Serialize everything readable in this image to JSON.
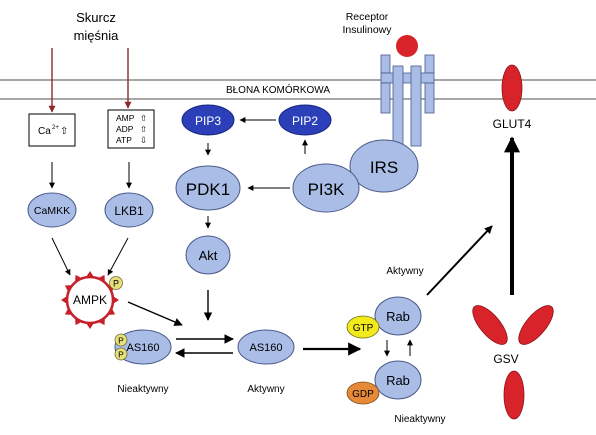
{
  "labels": {
    "muscle_contraction": "Skurcz",
    "muscle_contraction_2": "mięśnia",
    "receptor": "Receptor",
    "receptor_2": "Insulinowy",
    "membrane": "BŁONA KOMÓRKOWA",
    "calcium": "Ca",
    "calcium_charge": "2+",
    "amp": "AMP",
    "adp": "ADP",
    "atp": "ATP",
    "up_arrow": "⇧",
    "down_arrow": "⇩",
    "active_rab": "Aktywny",
    "inactive_as160": "Nieaktywny",
    "active_as160": "Aktywny",
    "inactive_rab": "Nieaktywny"
  },
  "nodes": {
    "pip3": "PIP3",
    "pip2": "PIP2",
    "pdk1": "PDK1",
    "pi3k": "PI3K",
    "irs": "IRS",
    "akt": "Akt",
    "camkk": "CaMKK",
    "lkb1": "LKB1",
    "ampk": "AMPK",
    "as160_inactive": "AS160",
    "as160_active": "AS160",
    "rab_active": "Rab",
    "rab_inactive": "Rab",
    "gtp": "GTP",
    "gdp": "GDP",
    "glut4": "GLUT4",
    "gsv": "GSV",
    "phospho": "P"
  },
  "colors": {
    "membrane_line": "#8a8a8a",
    "node_fill": "#a9bde6",
    "node_stroke": "#4a5a8a",
    "dark_node_fill": "#2b3fb8",
    "receptor_fill": "#a9bde6",
    "red": "#d8232a",
    "brown_arrow": "#8b2a2a",
    "gtp_fill": "#f2ea1a",
    "gdp_fill": "#e68a3a",
    "p_fill": "#e8e07a",
    "ampk_ring": "#c8202a"
  }
}
